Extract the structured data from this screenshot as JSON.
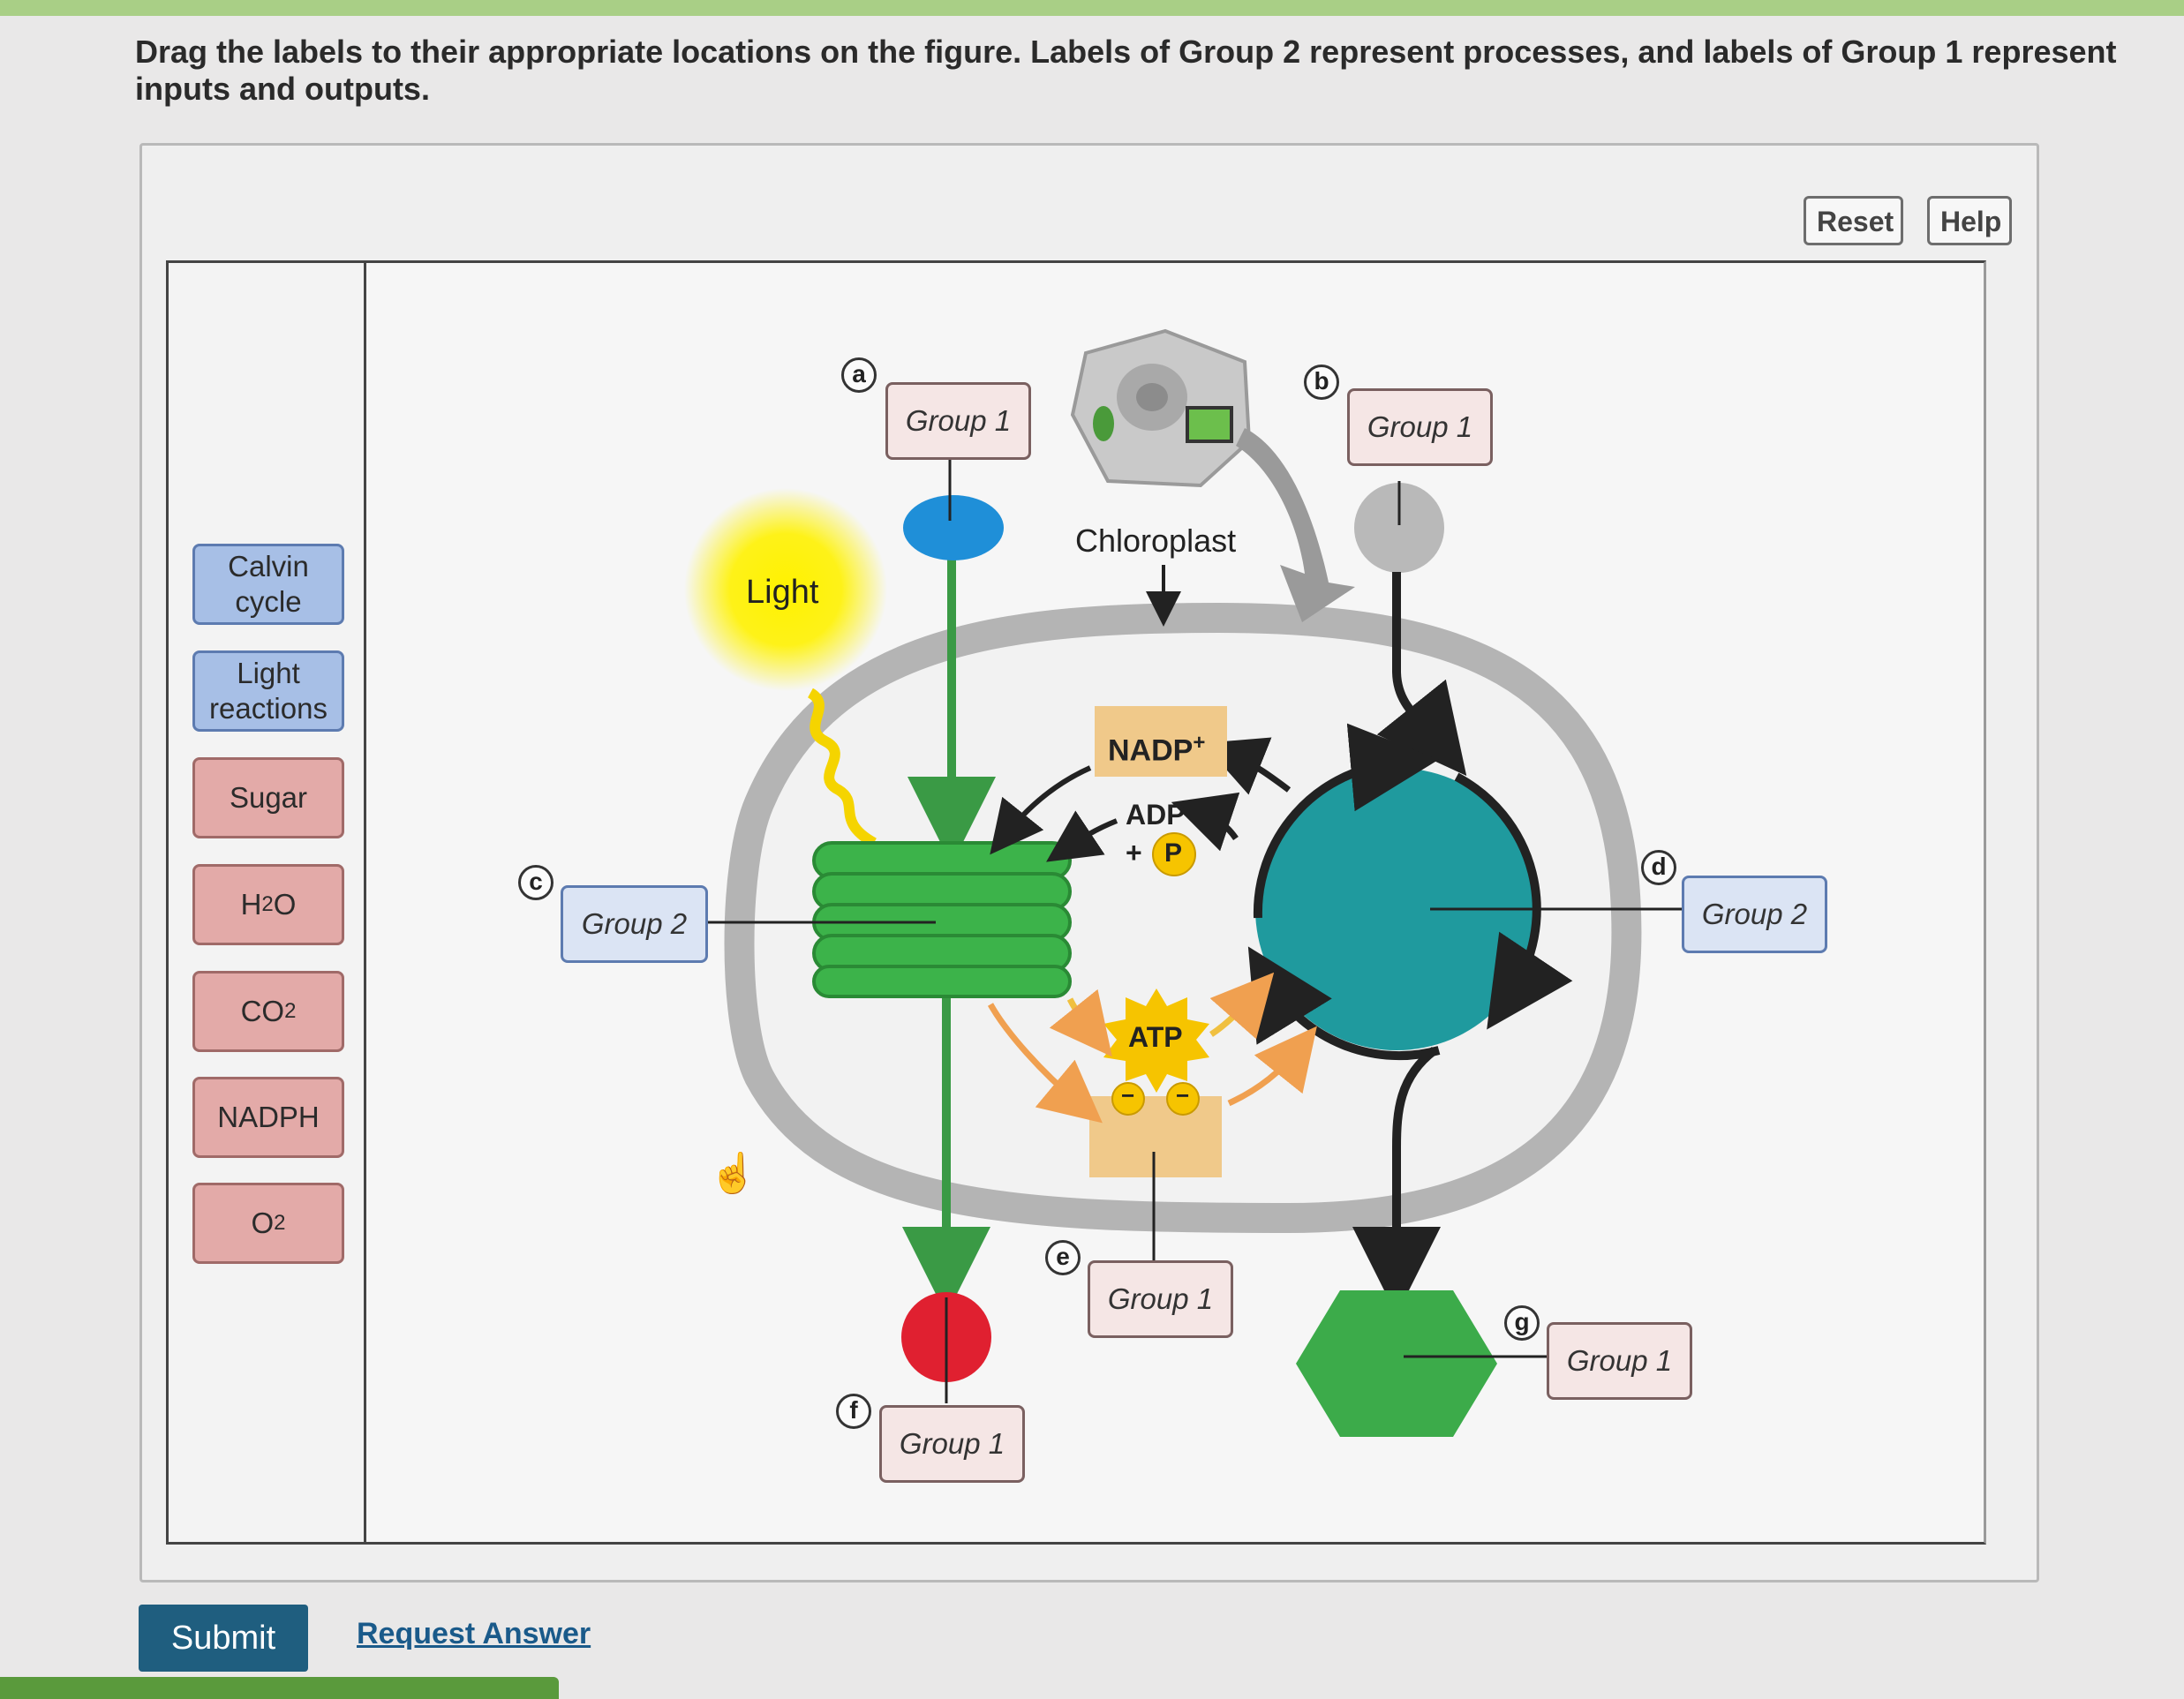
{
  "instructions": "Drag the labels to their appropriate locations on the figure. Labels of Group 2 represent processes, and labels of Group 1 represent inputs and outputs.",
  "toolbar": {
    "reset_label": "Reset",
    "help_label": "Help"
  },
  "label_bank": [
    {
      "text": "Calvin cycle",
      "group": "2"
    },
    {
      "text": "Light reactions",
      "group": "2"
    },
    {
      "text": "Sugar",
      "group": "1"
    },
    {
      "text": "H2O",
      "group": "1"
    },
    {
      "text": "CO2",
      "group": "1"
    },
    {
      "text": "NADPH",
      "group": "1"
    },
    {
      "text": "O2",
      "group": "1"
    }
  ],
  "figure": {
    "light": "Light",
    "chloroplast": "Chloroplast",
    "nadp": "NADP",
    "nadp_sup": "+",
    "adp": "ADP",
    "plus": "+",
    "p": "P",
    "atp": "ATP",
    "minus": "−"
  },
  "drop_targets": [
    {
      "letter": "a",
      "text": "Group 1"
    },
    {
      "letter": "b",
      "text": "Group 1"
    },
    {
      "letter": "c",
      "text": "Group 2"
    },
    {
      "letter": "d",
      "text": "Group 2"
    },
    {
      "letter": "e",
      "text": "Group 1"
    },
    {
      "letter": "f",
      "text": "Group 1"
    },
    {
      "letter": "g",
      "text": "Group 1"
    }
  ],
  "footer": {
    "submit_label": "Submit",
    "request_label": "Request Answer"
  },
  "colors": {
    "group1_label": "#e3aaa8",
    "group2_label": "#a7bfe6",
    "submit": "#1f5e7f",
    "calvin_cycle": "#1f9a9e",
    "thylakoid": "#3cb34a"
  }
}
